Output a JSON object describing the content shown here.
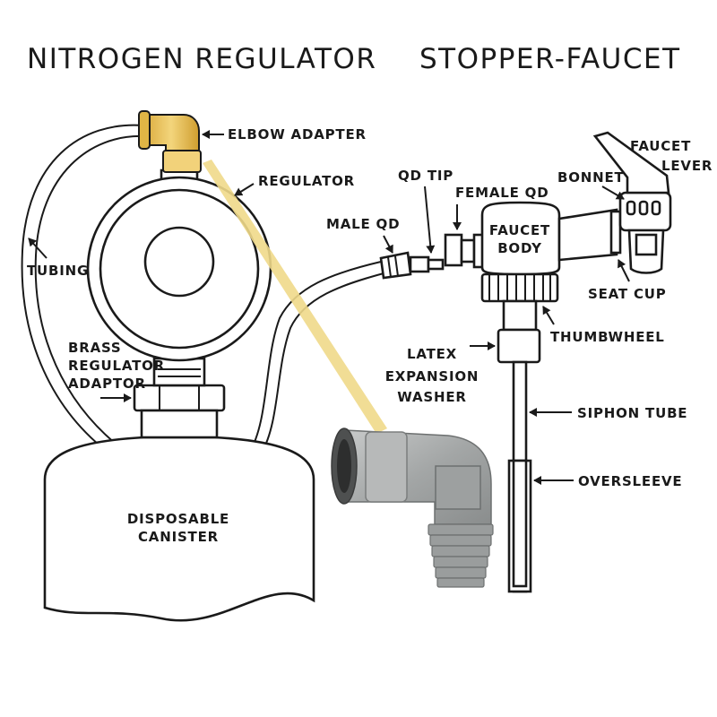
{
  "titles": {
    "left": "NITROGEN REGULATOR",
    "right": "STOPPER-FAUCET"
  },
  "labels": {
    "elbow_adapter": "ELBOW ADAPTER",
    "regulator": "REGULATOR",
    "tubing": "TUBING",
    "brass_line1": "BRASS",
    "brass_line2": "REGULATOR",
    "brass_line3": "ADAPTOR",
    "canister_line1": "DISPOSABLE",
    "canister_line2": "CANISTER",
    "qd_tip": "QD TIP",
    "female_qd": "FEMALE QD",
    "male_qd": "MALE QD",
    "faucet_body_line1": "FAUCET",
    "faucet_body_line2": "BODY",
    "bonnet": "BONNET",
    "faucet_lever_line1": "FAUCET",
    "faucet_lever_line2": "LEVER",
    "seat_cup": "SEAT CUP",
    "thumbwheel": "THUMBWHEEL",
    "latex_line1": "LATEX",
    "latex_line2": "EXPANSION",
    "latex_line3": "WASHER",
    "siphon_tube": "SIPHON TUBE",
    "oversleeve": "OVERSLEEVE"
  },
  "colors": {
    "ink": "#1a1a1a",
    "elbow_brass": "#e8c25a",
    "highlight_beam": "#f0d98a",
    "photo_fitting": "#a9abab"
  },
  "icons": {
    "pointer": "arrow-icon"
  }
}
